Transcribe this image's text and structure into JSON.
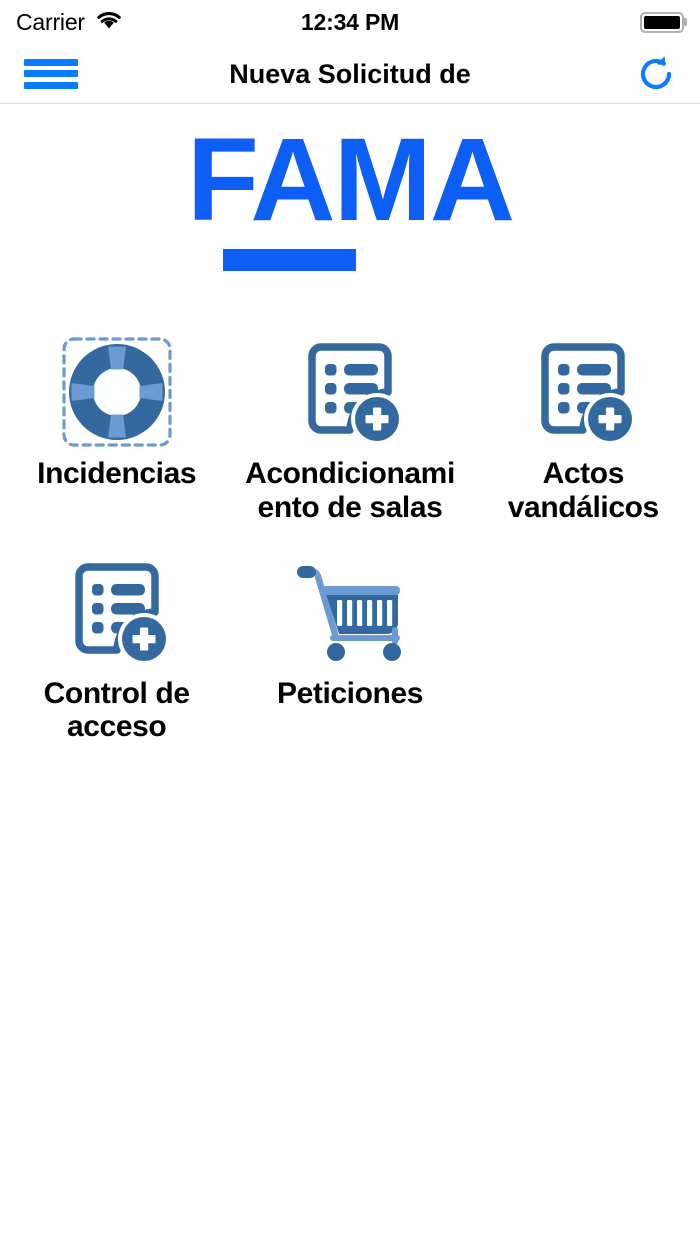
{
  "status_bar": {
    "carrier": "Carrier",
    "wifi_icon": "wifi-icon",
    "time": "12:34 PM",
    "battery_icon": "battery-icon",
    "battery_level": "100"
  },
  "nav_bar": {
    "menu_icon": "hamburger-menu-icon",
    "title": "Nueva Solicitud de",
    "refresh_icon": "refresh-icon",
    "accent_color": "#0a7cff"
  },
  "logo": {
    "text": "FAMA",
    "color": "#0d5ef5",
    "underline": true
  },
  "theme": {
    "icon_dark": "#34699f",
    "icon_light": "#6b9bd2",
    "background": "#ffffff",
    "text": "#000000"
  },
  "menu": {
    "items": [
      {
        "label": "Incidencias",
        "icon": "lifebuoy-icon",
        "break": false
      },
      {
        "label": "Acondicionamiento de salas",
        "icon": "list-add-icon",
        "break": true
      },
      {
        "label": "Actos vandálicos",
        "icon": "list-add-icon",
        "break": false
      },
      {
        "label": "Control de acceso",
        "icon": "list-add-icon",
        "break": false
      },
      {
        "label": "Peticiones",
        "icon": "shopping-cart-icon",
        "break": false
      }
    ]
  }
}
